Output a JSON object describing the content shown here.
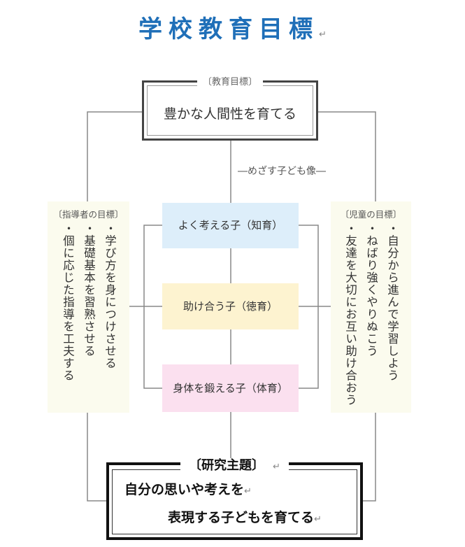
{
  "title": "学校教育目標",
  "return_mark": "↵",
  "education_goal": {
    "label": "〔教育目標〕",
    "text": "豊かな人間性を育てる"
  },
  "ideal_child_label": "―めざす子ども像―",
  "teacher_goals": {
    "label": "〔指導者の目標〕",
    "items": [
      "・学び方を身につけさせる",
      "・基礎基本を習熟させる",
      "・個に応じた指導を工夫する"
    ]
  },
  "student_goals": {
    "label": "〔児童の目標〕",
    "items": [
      "・自分から進んで学習しよう",
      "・ねばり強くやりぬこう",
      "・友達を大切にお互い助け合おう"
    ]
  },
  "ideal_children": [
    {
      "text": "よく考える子（知育）",
      "color": "#ddeefa"
    },
    {
      "text": "助け合う子（徳育）",
      "color": "#fdf3d0"
    },
    {
      "text": "身体を鍛える子（体育）",
      "color": "#fbe0ef"
    }
  ],
  "research_theme": {
    "label": "〔研究主題〕",
    "line1": "自分の思いや考えを",
    "line2": "表現する子どもを育てる"
  }
}
